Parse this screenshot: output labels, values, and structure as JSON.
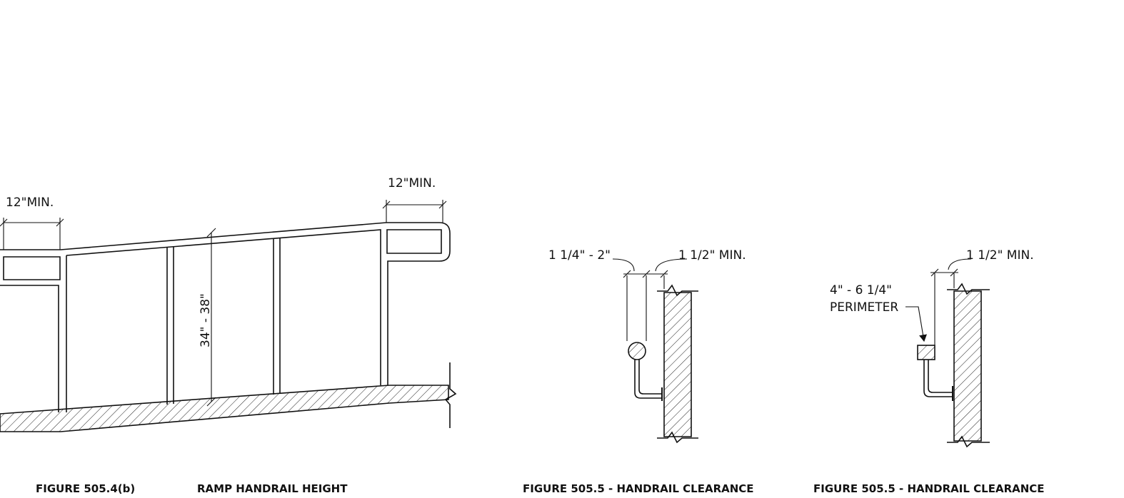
{
  "ramp": {
    "top_left_label": "12\"MIN.",
    "top_right_label": "12\"MIN.",
    "height_label": "34\" - 38\"",
    "caption_figure": "FIGURE 505.4(b)",
    "caption_title": "RAMP HANDRAIL HEIGHT"
  },
  "circular": {
    "diameter_label": "1 1/4\" - 2\"",
    "clearance_label": "1 1/2\" MIN.",
    "caption": "FIGURE 505.5 - HANDRAIL CLEARANCE"
  },
  "rectangular": {
    "clearance_label": "1 1/2\" MIN.",
    "perimeter_label_1": "4\" - 6 1/4\"",
    "perimeter_label_2": "PERIMETER",
    "caption": "FIGURE 505.5 - HANDRAIL CLEARANCE"
  }
}
